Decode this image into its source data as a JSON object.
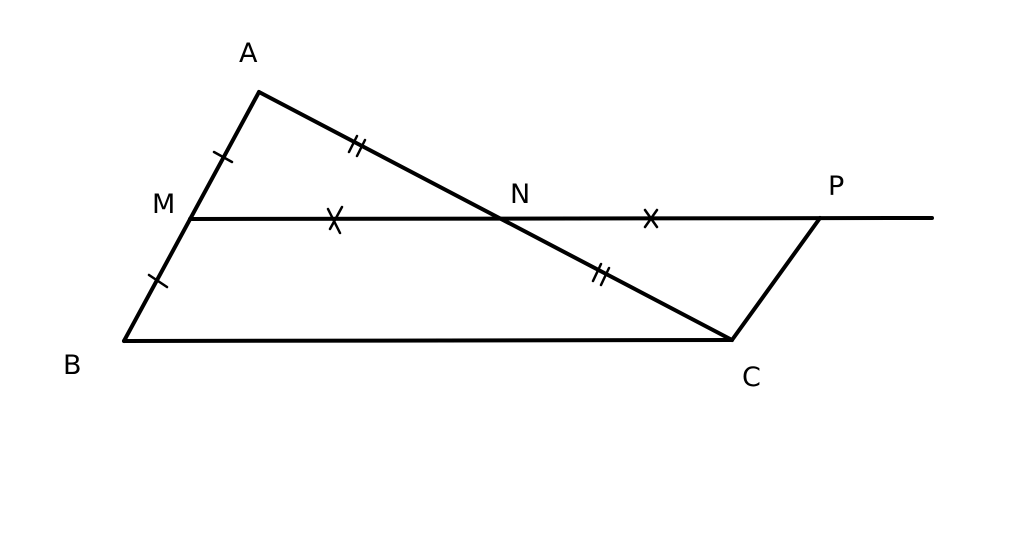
{
  "points": {
    "A": "A",
    "B": "B",
    "C": "C",
    "M": "M",
    "N": "N",
    "P": "P"
  },
  "colors": {
    "line": "#000000",
    "background": "#ffffff"
  }
}
